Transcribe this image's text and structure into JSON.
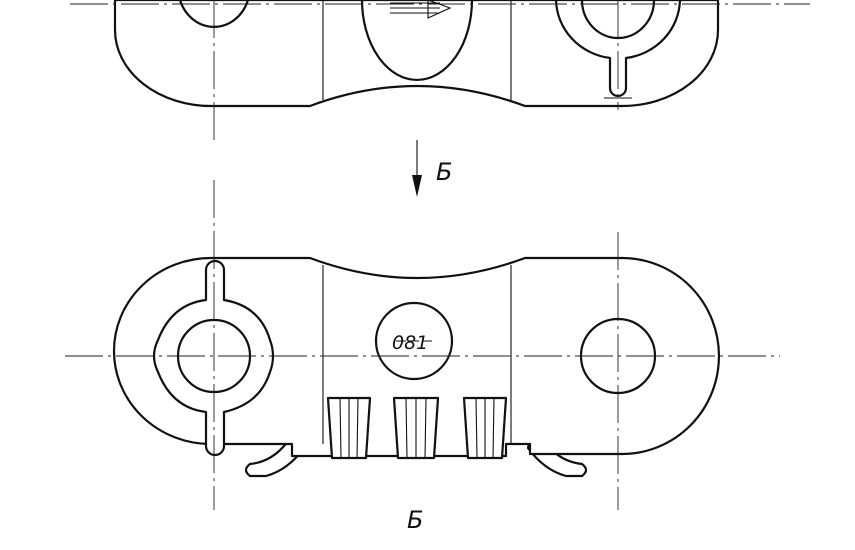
{
  "view_label_arrow": "Б",
  "view_label_bottom": "Б",
  "part_marking": "081",
  "colors": {
    "line": "#111111",
    "background": "#ffffff"
  }
}
